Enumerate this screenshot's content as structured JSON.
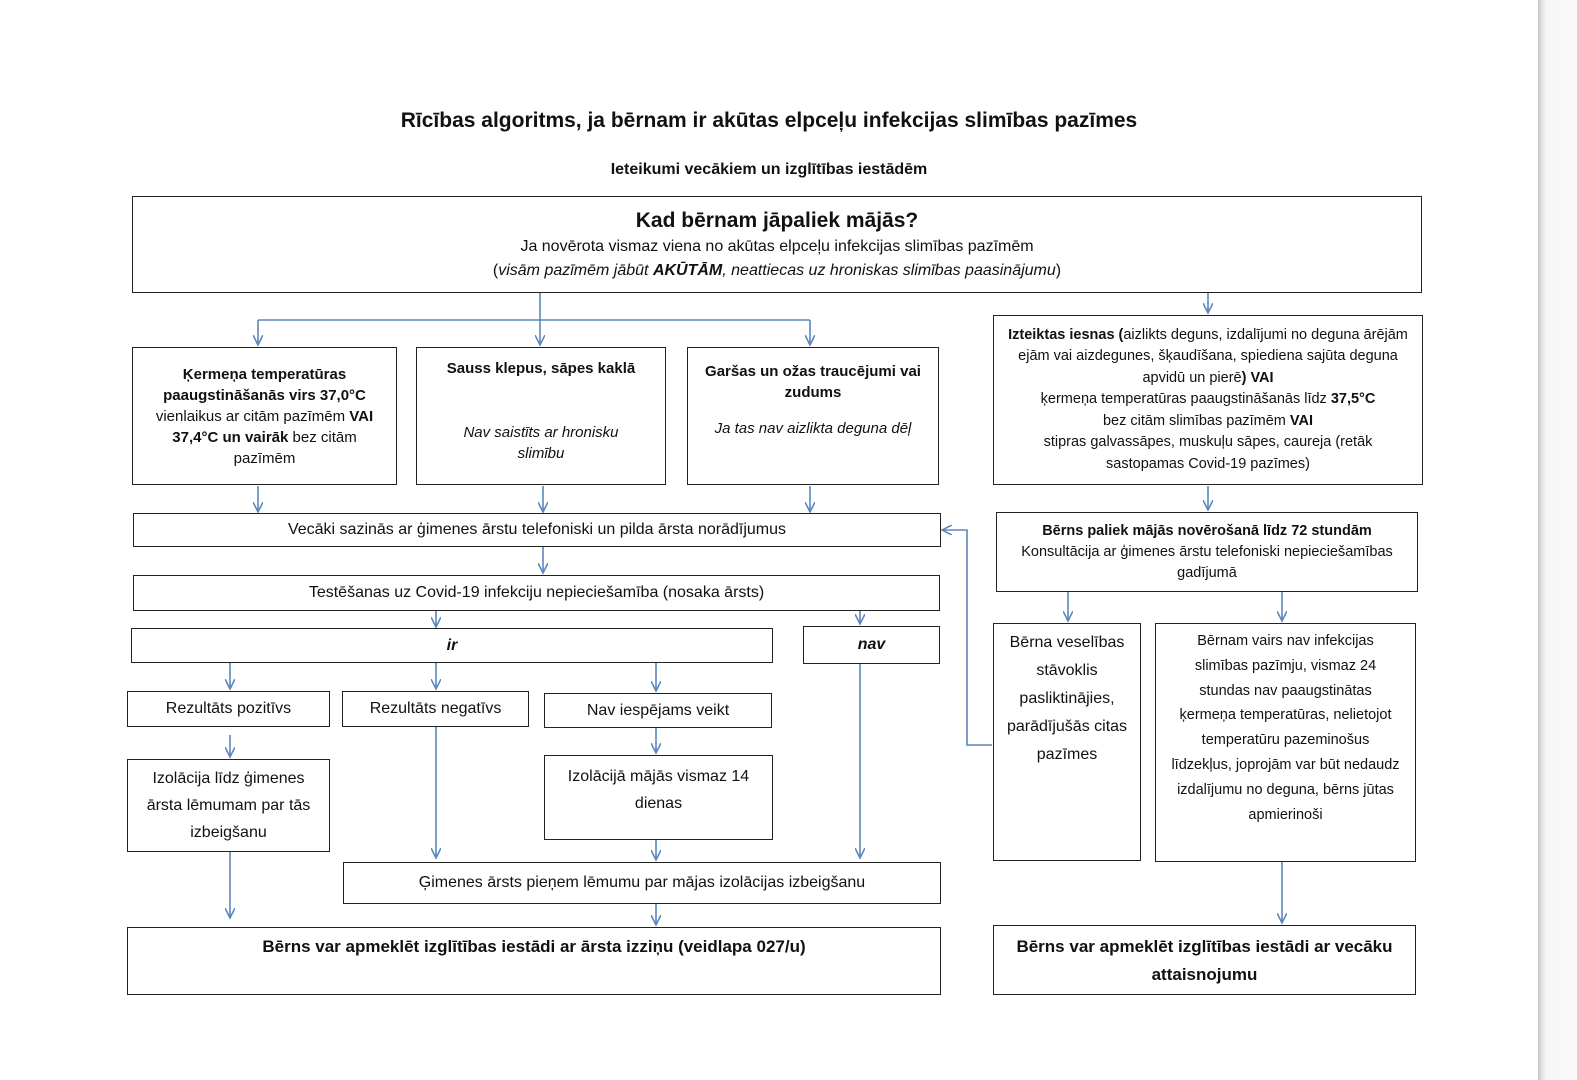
{
  "title": "Rīcības algoritms, ja bērnam ir akūtas elpceļu infekcijas slimības pazīmes",
  "subtitle": "Ieteikumi vecākiem un izglītības iestādēm",
  "top": {
    "heading": "Kad bērnam jāpaliek mājās?",
    "line1": "Ja novērota vismaz viena no akūtas elpceļu infekcijas slimības pazīmēm",
    "line2_open": "(",
    "line2_a": "visām pazīmēm jābūt ",
    "line2_bold": "AKŪTĀM",
    "line2_b": ", neattiecas uz hroniskas slimības paasinājumu",
    "line2_close": ")"
  },
  "symptoms": {
    "temperature": {
      "bold1": "Ķermeņa temperatūras paaugstināšanās virs 37,0°C",
      "text1": "vienlaikus ar citām pazīmēm",
      "bold2": "VAI",
      "bold3": "37,4°C un vairāk",
      "text2": "bez citām pazīmēm"
    },
    "cough": {
      "bold": "Sauss klepus, sāpes kaklā",
      "note": "Nav saistīts ar hronisku slimību"
    },
    "smell": {
      "bold": "Garšas un ožas traucējumi vai zudums",
      "note": "Ja tas nav aizlikta deguna dēļ"
    },
    "runny": {
      "bold1": "Izteiktas iesnas (",
      "text1": "aizlikts deguns, izdalījumi no deguna ārējām ejām vai aizdegunes, šķaudīšana, spiediena sajūta deguna apvidū un pierē",
      "bold2": ") VAI",
      "text2": "ķermeņa temperatūras paaugstināšanās līdz",
      "bold3": "37,5°C",
      "text3": "bez citām slimības pazīmēm",
      "bold4": "VAI",
      "text4": "stipras galvassāpes, muskuļu sāpes, caureja (retāk sastopamas Covid-19 pazīmes)"
    }
  },
  "contact_doctor": "Vecāki sazinās ar ģimenes ārstu telefoniski un pilda ārsta norādījumus",
  "testing_need": "Testēšanas uz Covid-19 infekciju nepieciešamība (nosaka ārsts)",
  "branch_yes": "ir",
  "branch_no": "nav",
  "result_positive": "Rezultāts pozitīvs",
  "result_negative": "Rezultāts negatīvs",
  "result_impossible": "Nav iespējams veikt",
  "isolation_until": "Izolācija līdz ģimenes ārsta lēmumam par tās izbeigšanu",
  "isolation_14": "Izolācijā mājās vismaz 14 dienas",
  "doctor_decides": "Ģimenes ārsts pieņem lēmumu par mājas izolācijas izbeigšanu",
  "attend_with_doctor": "Bērns var apmeklēt izglītības iestādi ar ārsta izziņu (veidlapa 027/u)",
  "observation": {
    "bold": "Bērns paliek mājās novērošanā līdz 72 stundām",
    "text": "Konsultācija ar ģimenes ārstu telefoniski nepieciešamības gadījumā"
  },
  "worsened": "Bērna veselības stāvoklis pasliktinājies, parādījušās citas pazīmes",
  "no_signs": "Bērnam vairs nav infekcijas slimības pazīmju, vismaz 24 stundas nav paaugstinātas ķermeņa temperatūras, nelietojot temperatūru pazeminošus līdzekļus, joprojām var būt nedaudz izdalījumu no deguna, bērns jūtas apmierinoši",
  "attend_with_parents": "Bērns var apmeklēt izglītības iestādi ar vecāku attaisnojumu",
  "colors": {
    "arrow": "#5b87bb",
    "border": "#222222",
    "edge": "#c4c4c4"
  }
}
